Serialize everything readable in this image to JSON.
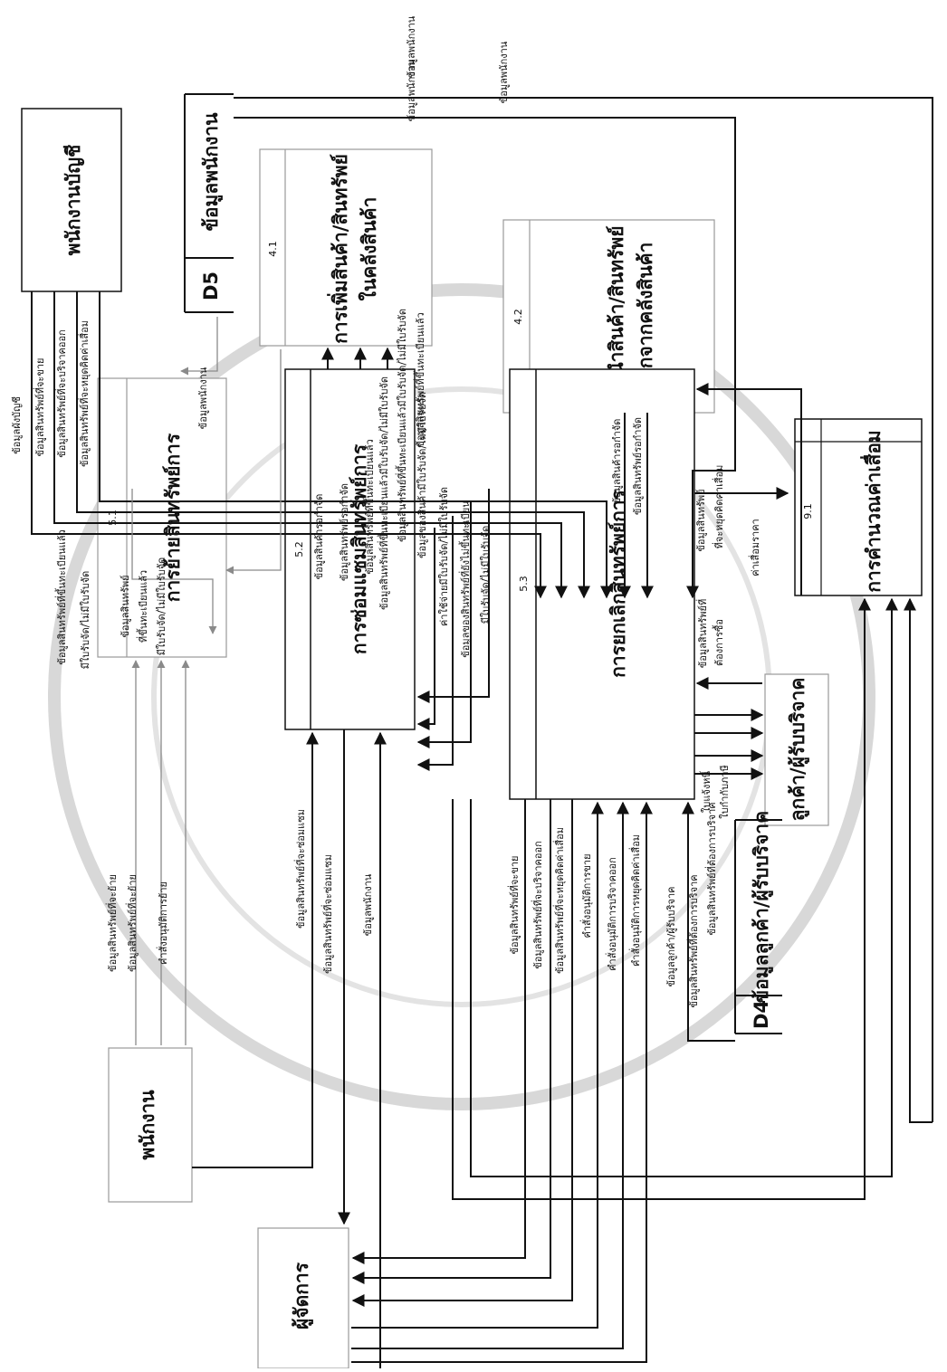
{
  "entities": {
    "accountant": "พนักงานบัญชี",
    "employee": "พนักงาน",
    "manager": "ผู้จัดการ",
    "customer": "ลูกค้า/ผู้รับบริจาค"
  },
  "datastores": {
    "d5": {
      "id": "D5",
      "name": "ข้อมูลพนักงาน"
    },
    "d4": {
      "id": "D4",
      "name": "ข้อมูลลูกค้า/ผู้รับบริจาค"
    }
  },
  "processes": {
    "p41": {
      "id": "4.1",
      "name": [
        "การเพิ่มสินค้า/สินทรัพย์",
        "ในคลังสินค้า"
      ]
    },
    "p42": {
      "id": "4.2",
      "name": [
        "การนำสินค้า/สินทรัพย์",
        "ออกจากคลังสินค้า"
      ]
    },
    "p91": {
      "id": "9.1",
      "name": [
        "การคำนวณค่าเสื่อม"
      ]
    },
    "p51": {
      "id": "5.1",
      "name": [
        "การย้ายสินทรัพย์การ"
      ]
    },
    "p52": {
      "id": "5.2",
      "name": [
        "การซ่อมแซมสินทรัพย์การ"
      ]
    },
    "p53": {
      "id": "5.3",
      "name": [
        "การยกเลิกสินทรัพย์การ"
      ]
    }
  },
  "flows": {
    "top_emp_1": "ข้อมูลพนักงาน",
    "top_emp_2": "ข้อมูลพนักงาน",
    "top_emp_3": "ข้อมูลพนักงาน",
    "acc_1": "ข้อมูลผังบัญชี",
    "acc_2": "ข้อมูลสินทรัพย์ที่จะขาย",
    "acc_3": "ข้อมูลสินทรัพย์ที่จะบริจาคออก",
    "acc_4": "ข้อมูลสินทรัพย์ที่จะหยุดคิดค่าเสื่อม",
    "emp_d5": "ข้อมูลพนักงาน",
    "s51_1": "ข้อมูลสินทรัพย์ที่ขึ้นทะเบียนแล้ว",
    "s51_2": "มีใบรับจัด/ไม่มีใบรับจัด",
    "s51_3": "ข้อมูลสินทรัพย์",
    "s51_4": "ที่ขึ้นทะเบียนแล้ว",
    "s51_5": "มีใบรับจัด/ไม่มีใบรับจัด",
    "s52_1": "ข้อมูลสินค้ารอกำจัด",
    "s52_2": "ข้อมูลสินทรัพย์รอกำจัด",
    "s52_3": "ข้อมูลสินทรัพย์ที่ขึ้นทะเบียนแล้ว",
    "s52_4": "ข้อมูลสินทรัพย์ที่ขึ้นทะเบียนแล้วมีใบรับจัด/ไม่มีใบรับจัด",
    "s52_5": "ข้อมูลของสินค้ามีใบรับจัด/ไม่มีใบรับจัด",
    "s52_6": "ค่าใช้จ่ายมีใบรับจัด/ไม่มีใบรับจัด",
    "s52_7": "ข้อมูลของสินทรัพย์ที่ยังไม่ขึ้นทะเบียน",
    "s52_8": "มีใบรับจัด/ไม่มีใบรับจัด",
    "p41_1": "ข้อมูลสินทรัพย์ที่ขึ้นทะเบียนแล้วมีใบรับจัด/ไม่มีใบรับจัด",
    "p41_2": "ข้อมูลสินทรัพย์ที่ขึ้นทะเบียนแล้ว",
    "p42_1": "ข้อมูลสินค้ารอกำจัด",
    "p42_2": "ข้อมูลสินทรัพย์รอกำจัด",
    "p91_1": "ข้อมูลสินทรัพย์",
    "p91_2": "ที่จะหยุดคิดค่าเสื่อม",
    "p91_3": "ค่าเสื่อมราคา",
    "p53_c1": "ข้อมูลสินทรัพย์ที่",
    "p53_c2": "ต้องการซื้อ",
    "p53_c3": "ใบแจ้งหนี้",
    "p53_c4": "ใบกำกับภาษี",
    "p53_c5": "ข้อมูลสินทรัพย์ที่ต้องการบริจาค",
    "p53_c6": "ข้อมูลลูกค้า/ผู้รับบริจาค",
    "p53_c7": "ข้อมูลสินทรัพย์ที่ต้องการบริจาค",
    "emp51_1": "ข้อมูลสินทรัพย์ที่จะย้าย",
    "emp51_2": "ข้อมูลสินทรัพย์ที่จะย้าย",
    "emp51_3": "คำสั่งอนุมัติการย้าย",
    "emp52_1": "ข้อมูลสินทรัพย์ที่จะซ่อมแซม",
    "emp52_2": "ข้อมูลสินทรัพย์ที่จะซ่อมแซม",
    "emp52_3": "ข้อมูลพนักงาน",
    "mgr_1": "ข้อมูลสินทรัพย์ที่จะขาย",
    "mgr_2": "ข้อมูลสินทรัพย์ที่จะบริจาคออก",
    "mgr_3": "ข้อมูลสินทรัพย์ที่จะหยุดคิดค่าเสื่อม",
    "mgr_4": "คำสั่งอนุมัติการขาย",
    "mgr_5": "คำสั่งอนุมัติการบริจาคออก",
    "mgr_6": "คำสั่งอนุมัติการหยุดคิดค่าเสื่อม"
  }
}
